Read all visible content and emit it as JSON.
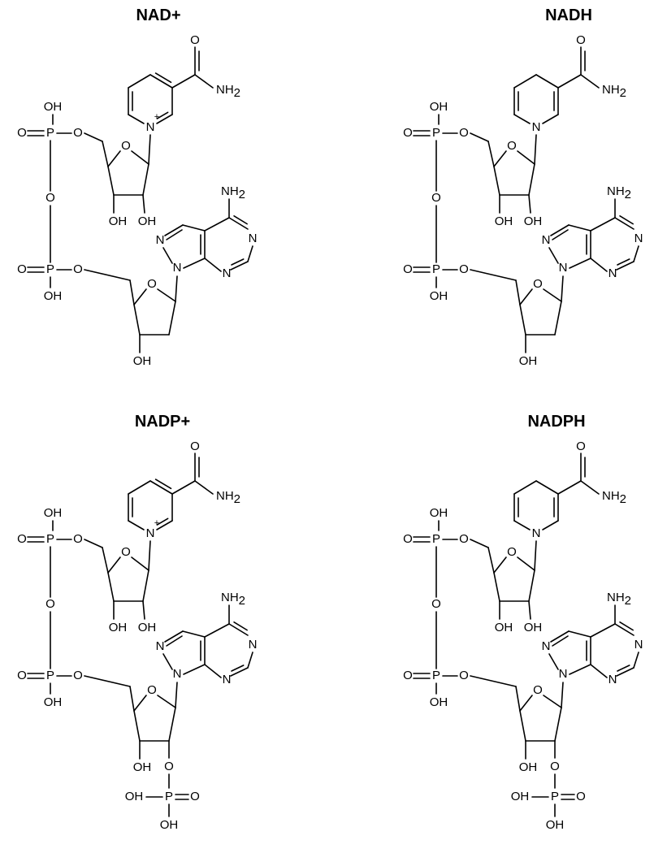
{
  "molecules": [
    {
      "title": "NAD+"
    },
    {
      "title": "NADH"
    },
    {
      "title": "NADP+"
    },
    {
      "title": "NADPH"
    }
  ],
  "atoms": {
    "O": "O",
    "P": "P",
    "N": "N",
    "OH": "OH",
    "NH": "NH",
    "sub2": "2",
    "plus": "+"
  }
}
